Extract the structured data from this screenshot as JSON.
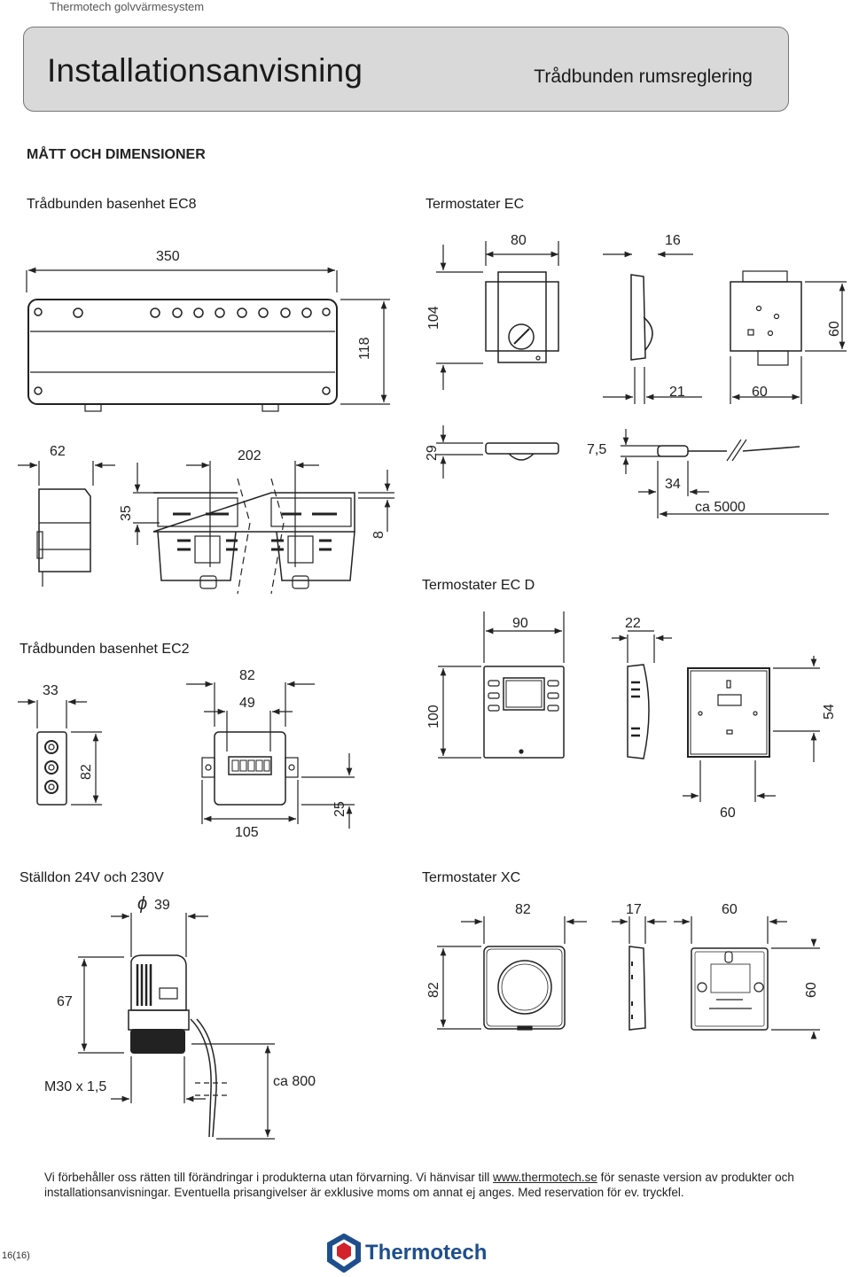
{
  "header": {
    "brand": "Thermotech golvvärmesystem"
  },
  "banner": {
    "title": "Installationsanvisning",
    "subtitle": "Trådbunden rumsreglering"
  },
  "section_title": "MÅTT OCH DIMENSIONER",
  "labels": {
    "ec8": "Trådbunden basenhet EC8",
    "ec": "Termostater EC",
    "ecd": "Termostater EC D",
    "ec2": "Trådbunden basenhet EC2",
    "stalldon": "Ställdon 24V och 230V",
    "xc": "Termostater XC"
  },
  "dims": {
    "ec8": {
      "w350": "350",
      "h118": "118",
      "d62": "62",
      "w202": "202",
      "h35": "35",
      "h8": "8"
    },
    "ec": {
      "w80": "80",
      "h104": "104",
      "d16": "16",
      "w21": "21",
      "w60": "60",
      "h60": "60",
      "h29": "29",
      "d7_5": "7,5",
      "w34": "34",
      "cable": "ca 5000"
    },
    "ecd": {
      "w90": "90",
      "d22": "22",
      "h100": "100",
      "h54": "54",
      "w60": "60"
    },
    "ec2": {
      "d33": "33",
      "w82": "82",
      "w49": "49",
      "h82": "82",
      "w105": "105",
      "h25": "25"
    },
    "act": {
      "phi": "ϕ",
      "d39": "39",
      "h67": "67",
      "thread": "M30 x 1,5",
      "cable": "ca 800"
    },
    "xc": {
      "w82": "82",
      "d17": "17",
      "w60": "60",
      "h82": "82",
      "h60": "60"
    }
  },
  "footer": {
    "text1": "Vi förbehåller oss rätten till förändringar i produkterna utan förvarning. Vi hänvisar till ",
    "link": "www.thermotech.se",
    "text2": " för senaste version av produkter och installationsanvisningar. Eventuella prisangivelser är exklusive moms om annat ej anges. Med reservation för ev. tryckfel."
  },
  "page_number": "16(16)",
  "logo": {
    "name": "Thermotech"
  },
  "colors": {
    "banner_bg": "#d9d9d9",
    "logo_blue": "#1f4e8c",
    "logo_red": "#d2232a"
  }
}
